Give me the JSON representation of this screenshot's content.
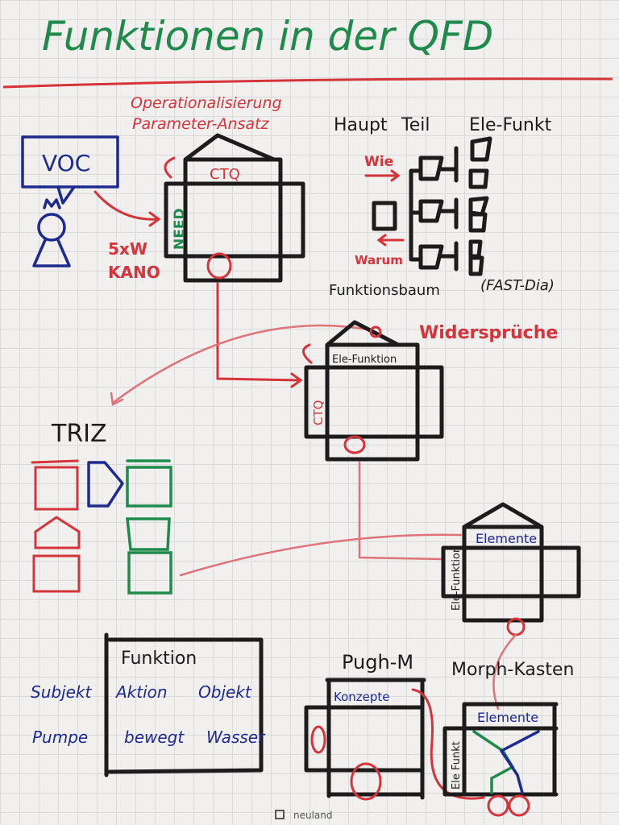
{
  "title": "Funktionen in der QFD",
  "colors": {
    "green": "#1f8a4c",
    "red": "#d6333a",
    "black": "#1d1b1c",
    "blue": "#1d2a8f",
    "paper": "#f1f0ee"
  },
  "voc": {
    "box": "VOC",
    "method1": "5xW",
    "method2": "KANO"
  },
  "hoq1": {
    "title1": "Operationalisierung",
    "title2": "Parameter-Ansatz",
    "top": "CTQ",
    "left": "NEED"
  },
  "tree": {
    "h1": "Haupt",
    "h2": "Teil",
    "h3": "Ele-Funkt",
    "wie": "Wie",
    "warum": "Warum",
    "caption": "Funktionsbaum",
    "caption2": "(FAST-Dia)"
  },
  "hoq2": {
    "label": "Widersprüche",
    "top": "Ele-Funktion",
    "left": "CTQ"
  },
  "triz": {
    "label": "TRIZ"
  },
  "hoq3": {
    "top": "Elemente",
    "left": "Ele-Funktion"
  },
  "function_table": {
    "header": "Funktion",
    "row1": [
      "Subjekt",
      "Aktion",
      "Objekt"
    ],
    "row2": [
      "Pumpe",
      "bewegt",
      "Wasser"
    ]
  },
  "pugh": {
    "label": "Pugh-M",
    "top": "Konzepte"
  },
  "morph": {
    "label": "Morph-Kasten",
    "top": "Elemente",
    "left": "Ele Funkt"
  },
  "brand": "neuland"
}
